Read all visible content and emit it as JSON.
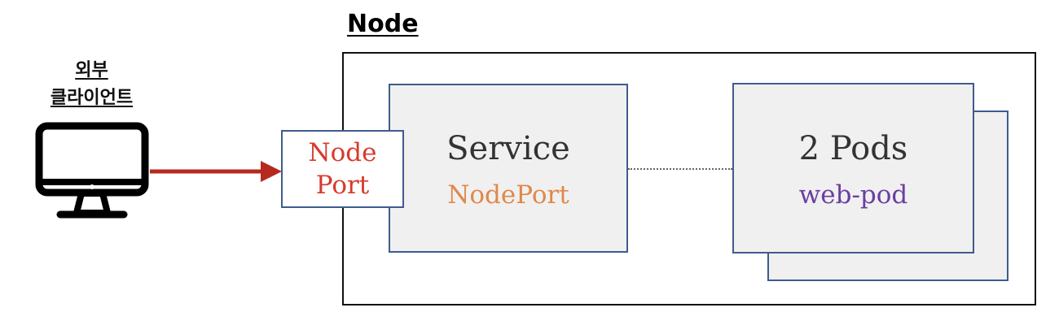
{
  "node": {
    "title": "Node"
  },
  "client": {
    "label_line1": "외부",
    "label_line2": "클라이언트",
    "icon": "monitor-icon"
  },
  "nodeport": {
    "line1": "Node",
    "line2": "Port"
  },
  "service": {
    "title": "Service",
    "subtitle": "NodePort"
  },
  "pods": {
    "title": "2 Pods",
    "subtitle": "web-pod"
  },
  "colors": {
    "box_border": "#3f5b8f",
    "box_fill": "#f0f0f0",
    "arrow": "#b5291f",
    "nodeport_text": "#d83a2c",
    "service_subtitle": "#e0884a",
    "pods_subtitle": "#6a3fa0"
  }
}
